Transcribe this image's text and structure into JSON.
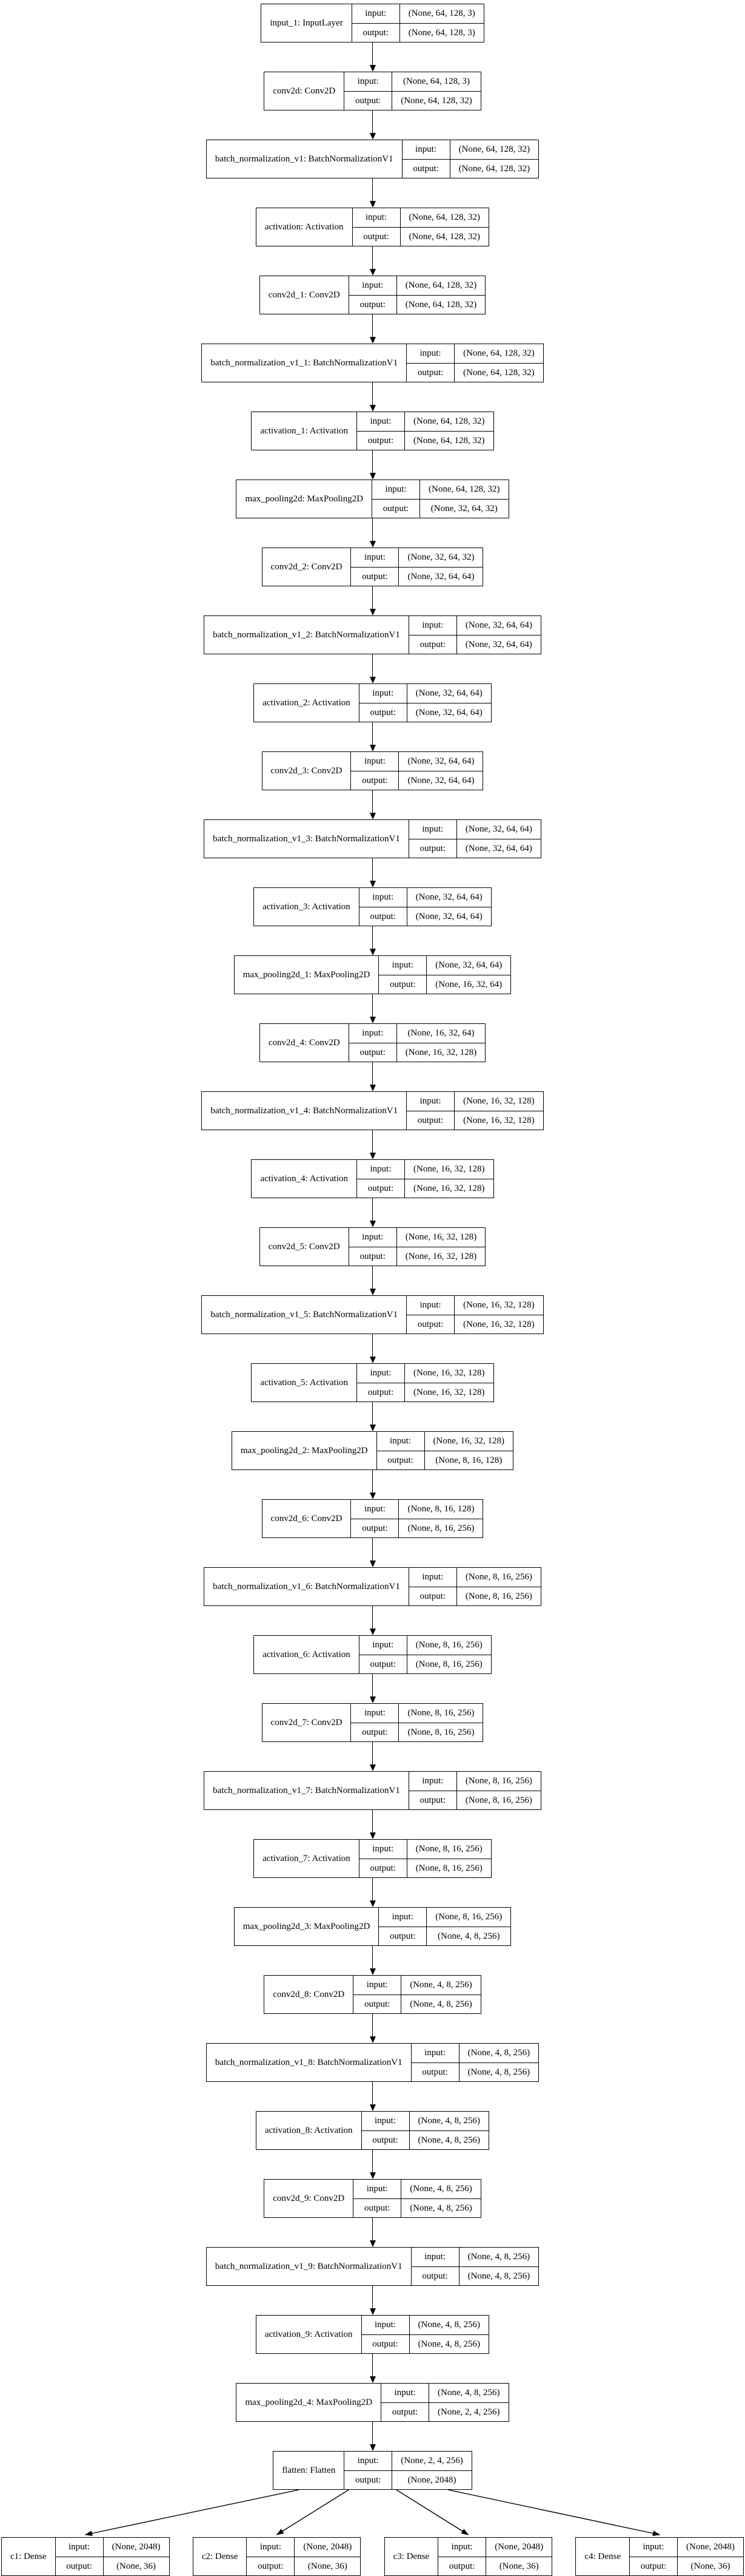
{
  "diagram": {
    "title": "keras-model-architecture",
    "colors": {
      "node_border": "#000000",
      "node_fill": "#ffffff",
      "edge": "#000000",
      "text": "#000000"
    },
    "io_labels": {
      "input": "input:",
      "output": "output:"
    },
    "layers": [
      {
        "name": "input_1: InputLayer",
        "input": "(None, 64, 128, 3)",
        "output": "(None, 64, 128, 3)"
      },
      {
        "name": "conv2d: Conv2D",
        "input": "(None, 64, 128, 3)",
        "output": "(None, 64, 128, 32)"
      },
      {
        "name": "batch_normalization_v1: BatchNormalizationV1",
        "input": "(None, 64, 128, 32)",
        "output": "(None, 64, 128, 32)"
      },
      {
        "name": "activation: Activation",
        "input": "(None, 64, 128, 32)",
        "output": "(None, 64, 128, 32)"
      },
      {
        "name": "conv2d_1: Conv2D",
        "input": "(None, 64, 128, 32)",
        "output": "(None, 64, 128, 32)"
      },
      {
        "name": "batch_normalization_v1_1: BatchNormalizationV1",
        "input": "(None, 64, 128, 32)",
        "output": "(None, 64, 128, 32)"
      },
      {
        "name": "activation_1: Activation",
        "input": "(None, 64, 128, 32)",
        "output": "(None, 64, 128, 32)"
      },
      {
        "name": "max_pooling2d: MaxPooling2D",
        "input": "(None, 64, 128, 32)",
        "output": "(None, 32, 64, 32)"
      },
      {
        "name": "conv2d_2: Conv2D",
        "input": "(None, 32, 64, 32)",
        "output": "(None, 32, 64, 64)"
      },
      {
        "name": "batch_normalization_v1_2: BatchNormalizationV1",
        "input": "(None, 32, 64, 64)",
        "output": "(None, 32, 64, 64)"
      },
      {
        "name": "activation_2: Activation",
        "input": "(None, 32, 64, 64)",
        "output": "(None, 32, 64, 64)"
      },
      {
        "name": "conv2d_3: Conv2D",
        "input": "(None, 32, 64, 64)",
        "output": "(None, 32, 64, 64)"
      },
      {
        "name": "batch_normalization_v1_3: BatchNormalizationV1",
        "input": "(None, 32, 64, 64)",
        "output": "(None, 32, 64, 64)"
      },
      {
        "name": "activation_3: Activation",
        "input": "(None, 32, 64, 64)",
        "output": "(None, 32, 64, 64)"
      },
      {
        "name": "max_pooling2d_1: MaxPooling2D",
        "input": "(None, 32, 64, 64)",
        "output": "(None, 16, 32, 64)"
      },
      {
        "name": "conv2d_4: Conv2D",
        "input": "(None, 16, 32, 64)",
        "output": "(None, 16, 32, 128)"
      },
      {
        "name": "batch_normalization_v1_4: BatchNormalizationV1",
        "input": "(None, 16, 32, 128)",
        "output": "(None, 16, 32, 128)"
      },
      {
        "name": "activation_4: Activation",
        "input": "(None, 16, 32, 128)",
        "output": "(None, 16, 32, 128)"
      },
      {
        "name": "conv2d_5: Conv2D",
        "input": "(None, 16, 32, 128)",
        "output": "(None, 16, 32, 128)"
      },
      {
        "name": "batch_normalization_v1_5: BatchNormalizationV1",
        "input": "(None, 16, 32, 128)",
        "output": "(None, 16, 32, 128)"
      },
      {
        "name": "activation_5: Activation",
        "input": "(None, 16, 32, 128)",
        "output": "(None, 16, 32, 128)"
      },
      {
        "name": "max_pooling2d_2: MaxPooling2D",
        "input": "(None, 16, 32, 128)",
        "output": "(None, 8, 16, 128)"
      },
      {
        "name": "conv2d_6: Conv2D",
        "input": "(None, 8, 16, 128)",
        "output": "(None, 8, 16, 256)"
      },
      {
        "name": "batch_normalization_v1_6: BatchNormalizationV1",
        "input": "(None, 8, 16, 256)",
        "output": "(None, 8, 16, 256)"
      },
      {
        "name": "activation_6: Activation",
        "input": "(None, 8, 16, 256)",
        "output": "(None, 8, 16, 256)"
      },
      {
        "name": "conv2d_7: Conv2D",
        "input": "(None, 8, 16, 256)",
        "output": "(None, 8, 16, 256)"
      },
      {
        "name": "batch_normalization_v1_7: BatchNormalizationV1",
        "input": "(None, 8, 16, 256)",
        "output": "(None, 8, 16, 256)"
      },
      {
        "name": "activation_7: Activation",
        "input": "(None, 8, 16, 256)",
        "output": "(None, 8, 16, 256)"
      },
      {
        "name": "max_pooling2d_3: MaxPooling2D",
        "input": "(None, 8, 16, 256)",
        "output": "(None, 4, 8, 256)"
      },
      {
        "name": "conv2d_8: Conv2D",
        "input": "(None, 4, 8, 256)",
        "output": "(None, 4, 8, 256)"
      },
      {
        "name": "batch_normalization_v1_8: BatchNormalizationV1",
        "input": "(None, 4, 8, 256)",
        "output": "(None, 4, 8, 256)"
      },
      {
        "name": "activation_8: Activation",
        "input": "(None, 4, 8, 256)",
        "output": "(None, 4, 8, 256)"
      },
      {
        "name": "conv2d_9: Conv2D",
        "input": "(None, 4, 8, 256)",
        "output": "(None, 4, 8, 256)"
      },
      {
        "name": "batch_normalization_v1_9: BatchNormalizationV1",
        "input": "(None, 4, 8, 256)",
        "output": "(None, 4, 8, 256)"
      },
      {
        "name": "activation_9: Activation",
        "input": "(None, 4, 8, 256)",
        "output": "(None, 4, 8, 256)"
      },
      {
        "name": "max_pooling2d_4: MaxPooling2D",
        "input": "(None, 4, 8, 256)",
        "output": "(None, 2, 4, 256)"
      },
      {
        "name": "flatten: Flatten",
        "input": "(None, 2, 4, 256)",
        "output": "(None, 2048)"
      }
    ],
    "outputs": [
      {
        "name": "c1: Dense",
        "input": "(None, 2048)",
        "output": "(None, 36)"
      },
      {
        "name": "c2: Dense",
        "input": "(None, 2048)",
        "output": "(None, 36)"
      },
      {
        "name": "c3: Dense",
        "input": "(None, 2048)",
        "output": "(None, 36)"
      },
      {
        "name": "c4: Dense",
        "input": "(None, 2048)",
        "output": "(None, 36)"
      }
    ]
  }
}
